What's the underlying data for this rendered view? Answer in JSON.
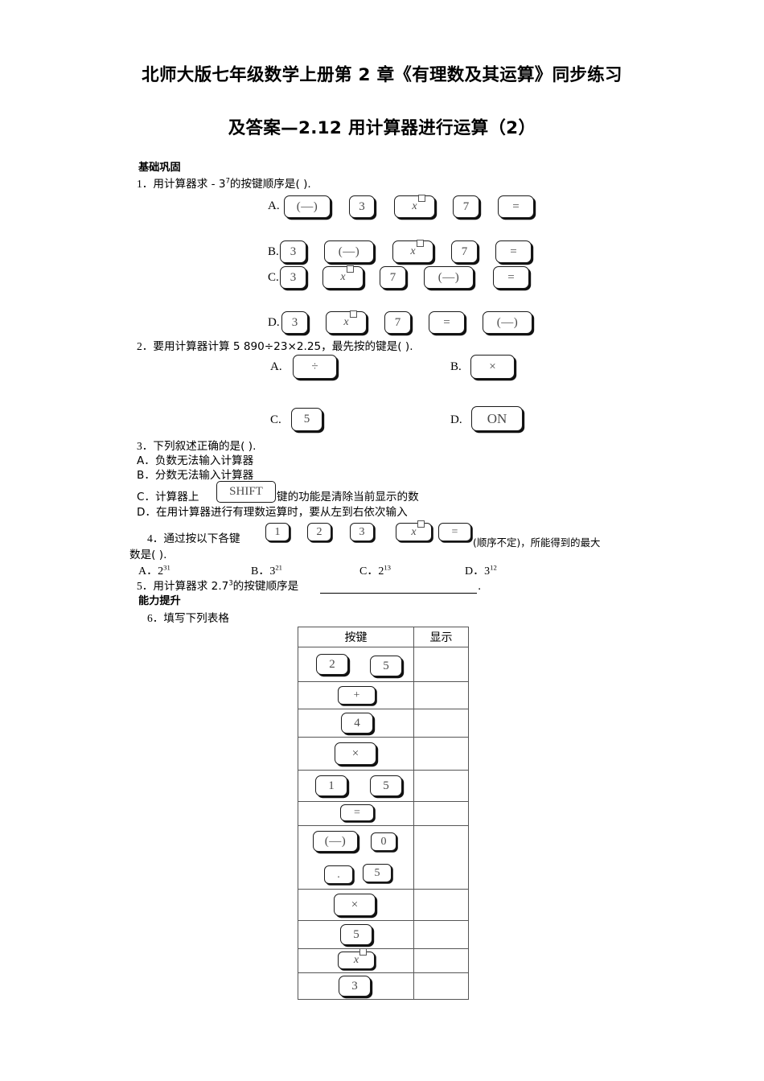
{
  "document": {
    "title_line1": "北师大版七年级数学上册第 2 章《有理数及其运算》同步练习",
    "title_line2": "及答案—2.12 用计算器进行运算（2）"
  },
  "sections": {
    "basics_heading": "基础巩固",
    "ability_heading": "能力提升"
  },
  "q1": {
    "number": "1．",
    "stem_before": "用计算器求 - 3",
    "stem_sup": "7",
    "stem_after": "的按键顺序是(    ).",
    "options": [
      {
        "letter": "A.",
        "keys": [
          "(—)",
          "3",
          "x-box",
          "7",
          "="
        ]
      },
      {
        "letter": "B.",
        "keys": [
          "3",
          "(—)",
          "x-box",
          "7",
          "="
        ]
      },
      {
        "letter": "C.",
        "keys": [
          "3",
          "x-box",
          "7",
          "(—)",
          "="
        ]
      },
      {
        "letter": "D.",
        "keys": [
          "3",
          "x-box",
          "7",
          "=",
          "(—)"
        ]
      }
    ]
  },
  "q2": {
    "number": "2．",
    "stem": "要用计算器计算 5 890÷23×2.25，最先按的键是(    ).",
    "options": [
      {
        "letter": "A.",
        "key": "÷"
      },
      {
        "letter": "B.",
        "key": "×"
      },
      {
        "letter": "C.",
        "key": "5"
      },
      {
        "letter": "D.",
        "key": "ON"
      }
    ]
  },
  "q3": {
    "number": "3．",
    "stem": "下列叙述正确的是(    ).",
    "optA": "A．负数无法输入计算器",
    "optB": "B．分数无法输入计算器",
    "optC_before": "C．计算器上",
    "optC_key": "SHIFT",
    "optC_after": "键的功能是清除当前显示的数",
    "optD": "D．在用计算器进行有理数运算时，要从左到右依次输入"
  },
  "q4": {
    "number": "4．",
    "stem_before": "通过按以下各键",
    "keys": [
      "1",
      "2",
      "3",
      "x-box",
      "="
    ],
    "stem_mid": "(顺序不定)，所能得到的最大",
    "stem_after": "数是(    ).",
    "options": [
      {
        "letter": "A．",
        "base": "2",
        "exp": "31"
      },
      {
        "letter": "B．",
        "base": "3",
        "exp": "21"
      },
      {
        "letter": "C．",
        "base": "2",
        "exp": "13"
      },
      {
        "letter": "D．",
        "base": "3",
        "exp": "12"
      }
    ]
  },
  "q5": {
    "number": "5．",
    "stem_before": "用计算器求 2.7",
    "stem_sup": "3",
    "stem_after": "的按键顺序是",
    "trailing": "."
  },
  "q6": {
    "number": "6．",
    "stem": "填写下列表格",
    "table": {
      "headers": [
        "按键",
        "显示"
      ],
      "rows": [
        {
          "keys": [
            "2",
            "5"
          ],
          "display": ""
        },
        {
          "keys": [
            "+"
          ],
          "display": ""
        },
        {
          "keys": [
            "4"
          ],
          "display": ""
        },
        {
          "keys": [
            "×"
          ],
          "display": ""
        },
        {
          "keys": [
            "1",
            "5"
          ],
          "display": ""
        },
        {
          "keys": [
            "="
          ],
          "display": ""
        },
        {
          "keys": [
            "(—)",
            "0",
            ".",
            "5"
          ],
          "display": ""
        },
        {
          "keys": [
            "×"
          ],
          "display": ""
        },
        {
          "keys": [
            "5"
          ],
          "display": ""
        },
        {
          "keys": [
            "x-box"
          ],
          "display": ""
        },
        {
          "keys": [
            "3"
          ],
          "display": ""
        }
      ]
    }
  }
}
